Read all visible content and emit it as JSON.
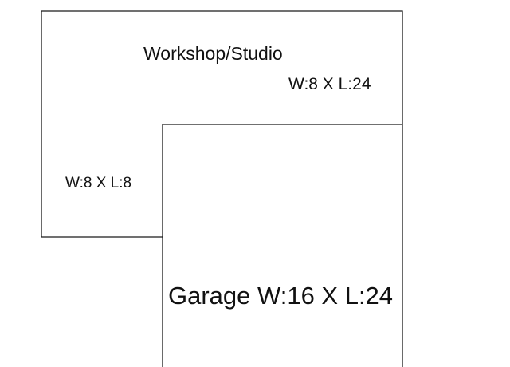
{
  "floor_plan": {
    "rooms": [
      {
        "id": "workshop",
        "title": "Workshop/Studio",
        "dimensions_main": "W:8 X L:24",
        "dimensions_side": "W:8 X L:8"
      },
      {
        "id": "garage",
        "title": "Garage W:16 X L:24"
      }
    ],
    "line_color": "#1a1a1a",
    "background_color": "#ffffff"
  }
}
